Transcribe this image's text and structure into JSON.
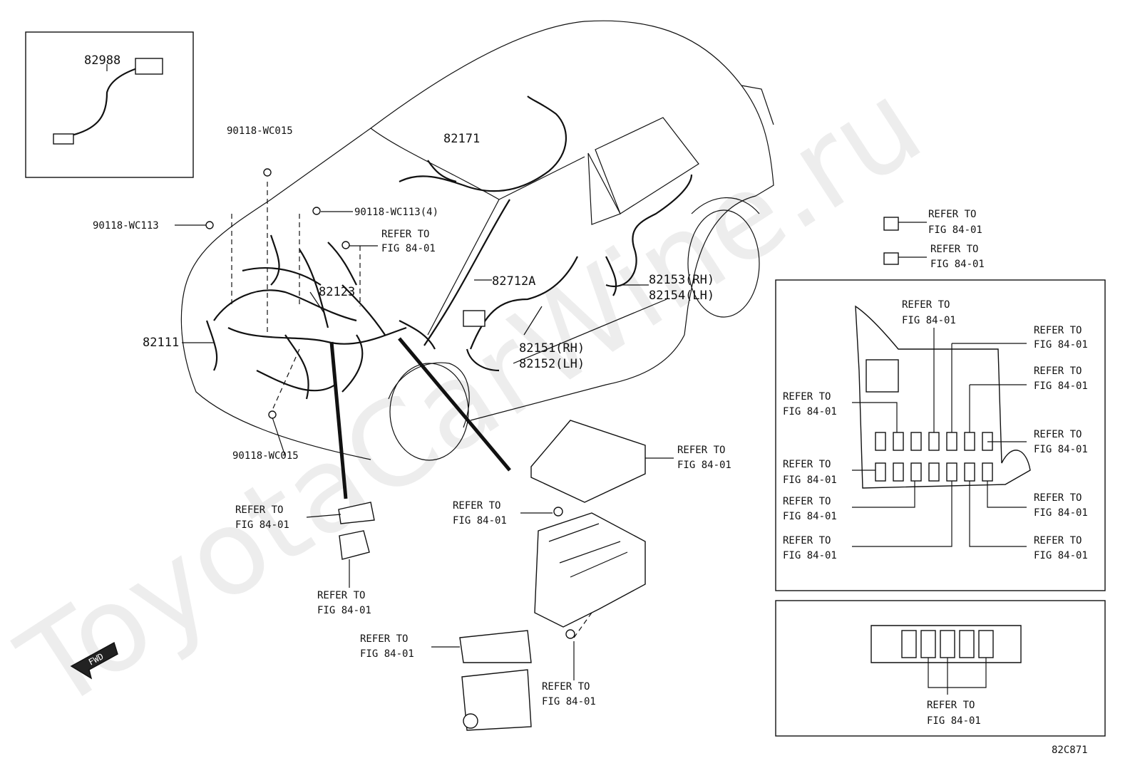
{
  "diagram": {
    "watermark": "ToyotaCarWine.ru",
    "figure_code": "82C871",
    "fwd_label": "FWD",
    "part_numbers": {
      "p82988": "82988",
      "p82171": "82171",
      "p82123": "82123",
      "p82111": "82111",
      "p82712A": "82712A",
      "p82153": "82153(RH)",
      "p82154": "82154(LH)",
      "p82151": "82151(RH)",
      "p82152": "82152(LH)",
      "bolt_top": "90118-WC015",
      "bolt_bottom": "90118-WC015",
      "bolt_left": "90118-WC113",
      "bolt_multi": "90118-WC113(4)"
    },
    "refer_line1": "REFER TO",
    "refer_line2": "FIG 84-01"
  }
}
